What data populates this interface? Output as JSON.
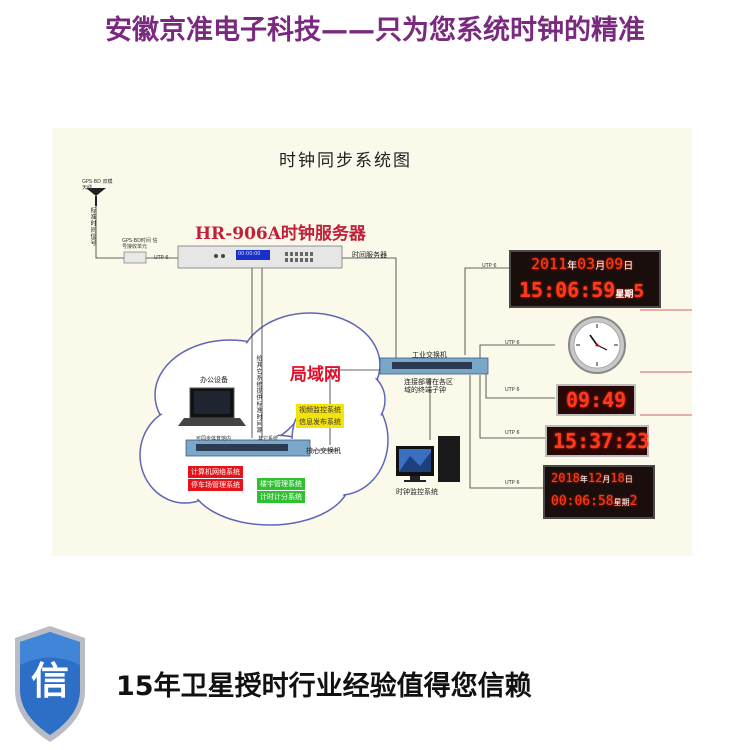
{
  "banner": {
    "text": "安徽京准电子科技——只为您系统时钟的精准"
  },
  "diagram": {
    "title": "时钟同步系统图",
    "server_name": "HR-906A时钟服务器",
    "server_display": "00:00:00",
    "time_server_label": "时间服务器",
    "gps_antenna_label": "GPS·BD 双模天线",
    "gps_signal_label": "标准时间信号",
    "gps_unit_label": "GPS·BD时间 信号接收单元",
    "utp_label": "UTP 6",
    "lan_label": "局域网",
    "office_label": "办公设备",
    "other_systems_label": "给其它系统提供标准时间源",
    "sync_label": "可同步体育馆内",
    "other_label": "其它系统",
    "core_switch_label": "核心交换机",
    "industrial_switch_label": "工业交换机",
    "switch_caption": "连接部署在各区域的终端子钟",
    "monitor_label": "时钟监控系统",
    "systems": {
      "video": "视频监控系统",
      "info": "信息发布系统",
      "computer": "计算机网络系统",
      "parking": "停车场管理系统",
      "building": "楼宇管理系统",
      "timing": "计时计分系统"
    },
    "clock1": {
      "year": "2011",
      "y": "年",
      "month": "03",
      "m": "月",
      "day": "09",
      "d": "日",
      "time": "15:06:59",
      "week": "星期",
      "wd": "5"
    },
    "clock3": {
      "time": "09:49"
    },
    "clock4": {
      "time": "15:37:23"
    },
    "clock5": {
      "year": "2018",
      "y": "年",
      "month": "12",
      "m": "月",
      "day": "18",
      "d": "日",
      "time": "00:06:58",
      "week": "星期",
      "wd": "2"
    }
  },
  "badge": {
    "char": "信"
  },
  "footer": {
    "text": "15年卫星授时行业经验值得您信赖"
  },
  "colors": {
    "banner": "#7a2a7e",
    "led": "#ff3a1a",
    "server_title": "#c0203a"
  }
}
